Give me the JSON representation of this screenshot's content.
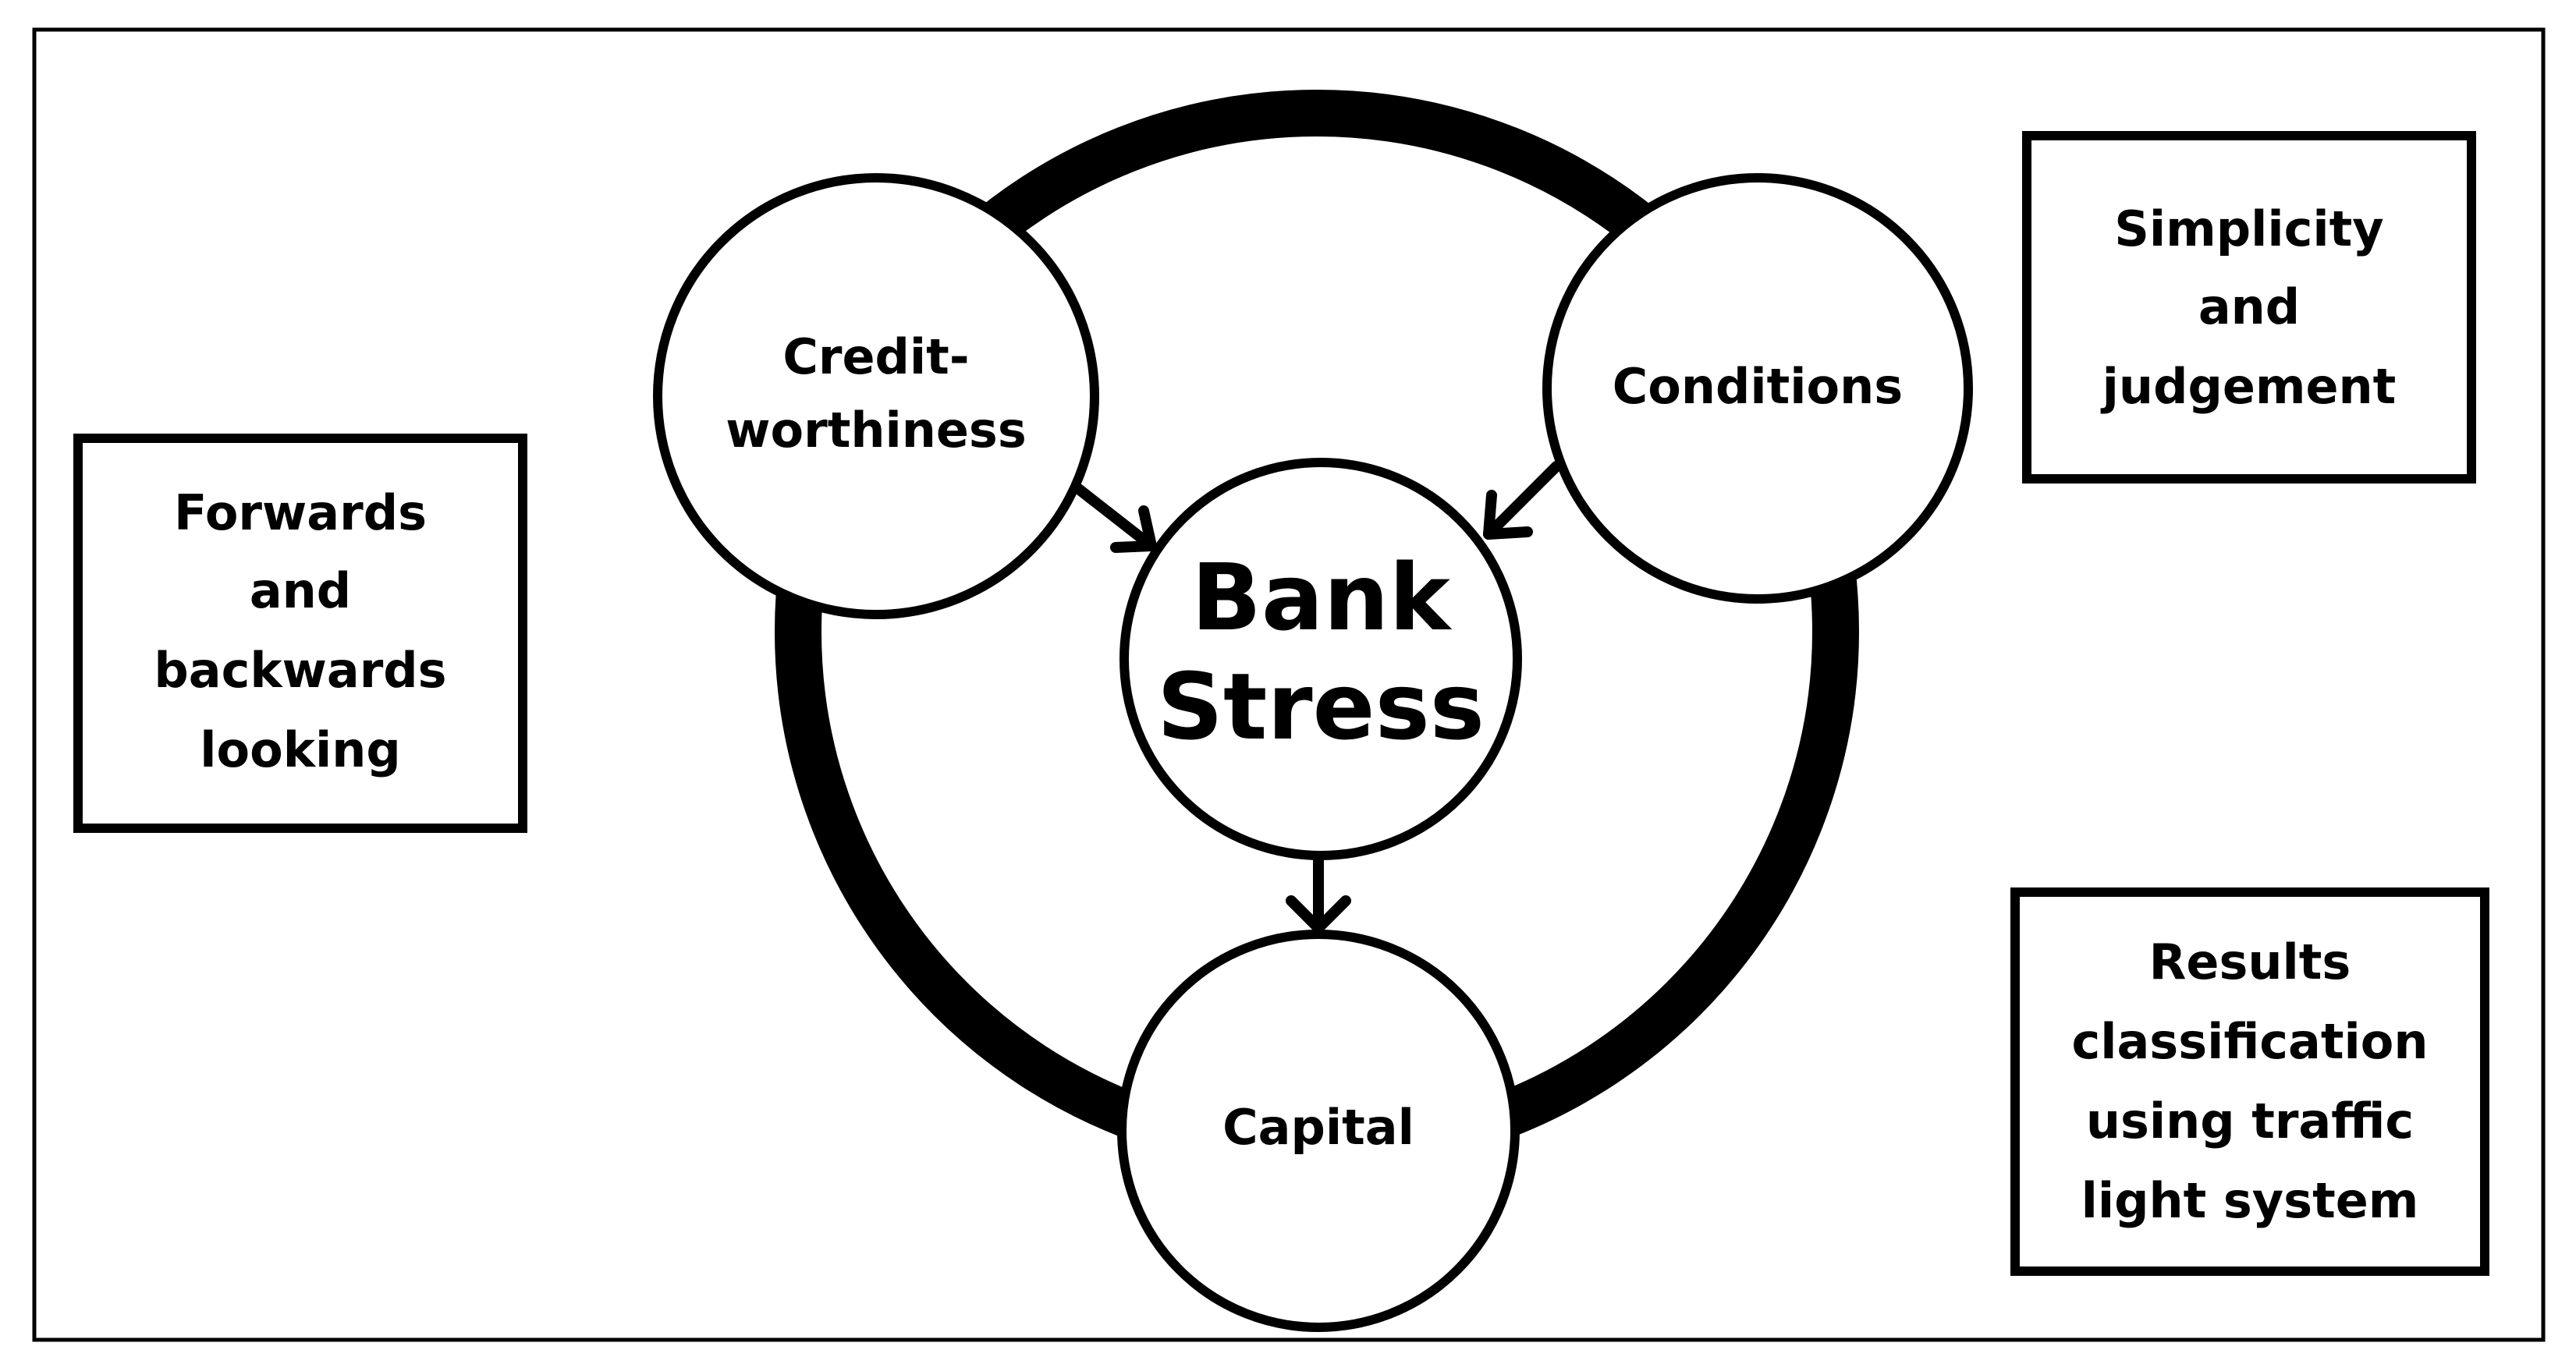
{
  "colors": {
    "ink": "#000000",
    "background": "#ffffff"
  },
  "nodes": {
    "creditworthiness": {
      "lines": [
        "Credit-",
        "worthiness"
      ]
    },
    "conditions": {
      "lines": [
        "Conditions"
      ]
    },
    "bank_stress": {
      "lines": [
        "Bank",
        "Stress"
      ]
    },
    "capital": {
      "lines": [
        "Capital"
      ]
    }
  },
  "boxes": {
    "forwards_backwards": {
      "lines": [
        "Forwards",
        "and",
        "backwards",
        "looking"
      ]
    },
    "simplicity": {
      "lines": [
        "Simplicity",
        "and",
        "judgement"
      ]
    },
    "results": {
      "lines": [
        "Results",
        "classification",
        "using traffic",
        "light system"
      ]
    }
  },
  "edges": [
    {
      "from": "creditworthiness",
      "to": "bank_stress"
    },
    {
      "from": "conditions",
      "to": "bank_stress"
    },
    {
      "from": "bank_stress",
      "to": "capital"
    }
  ]
}
